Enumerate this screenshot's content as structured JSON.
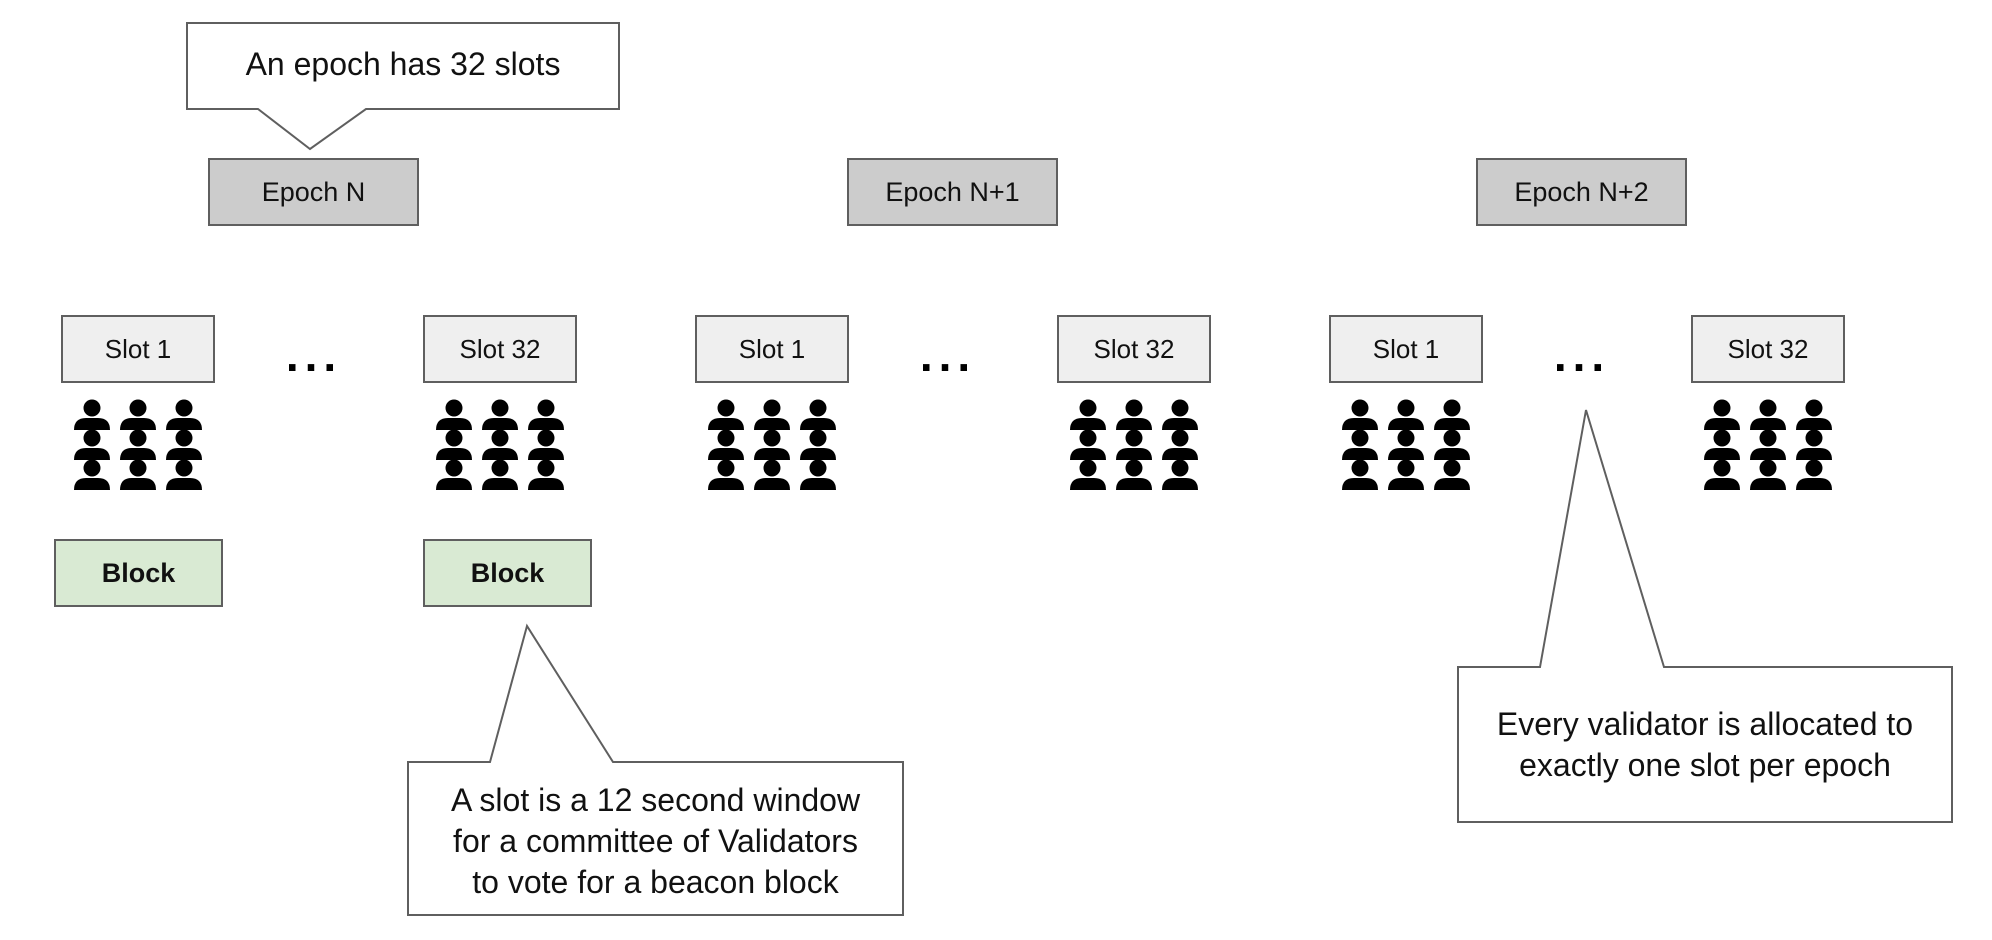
{
  "epochs": [
    {
      "label": "Epoch N",
      "slot_first": "Slot 1",
      "slot_last": "Slot 32",
      "block_first": "Block",
      "block_last": "Block"
    },
    {
      "label": "Epoch N+1",
      "slot_first": "Slot 1",
      "slot_last": "Slot 32"
    },
    {
      "label": "Epoch N+2",
      "slot_first": "Slot 1",
      "slot_last": "Slot 32"
    }
  ],
  "ellipsis": "...",
  "callouts": {
    "epoch_note": "An epoch has 32 slots",
    "slot_note": [
      "A slot is a 12 second window",
      "for a committee of Validators",
      "to vote for a beacon block"
    ],
    "validator_note": [
      "Every validator is allocated to",
      "exactly one slot per epoch"
    ]
  },
  "committee_grid": {
    "rows": 3,
    "cols": 3,
    "icon": "person-icon"
  },
  "colors": {
    "epoch_fill": "#cccccc",
    "slot_fill": "#efefef",
    "block_fill": "#d9ead3",
    "border": "#5f5f5f"
  }
}
